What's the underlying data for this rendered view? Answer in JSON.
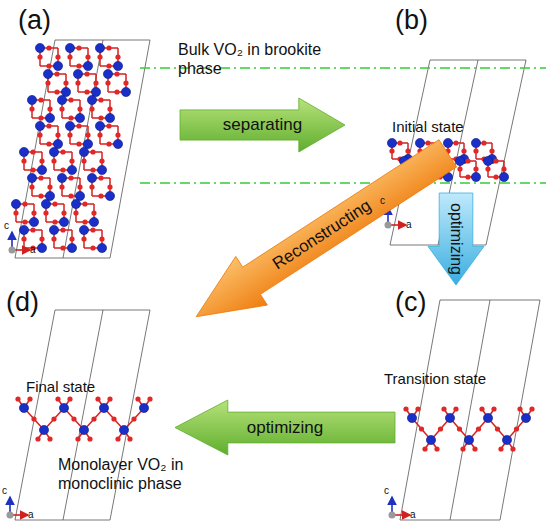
{
  "diagram": {
    "nodes": [
      {
        "text": [
          "separating"
        ]
      },
      {
        "text": [
          "optimizing"
        ]
      },
      {
        "text": [
          "Reconstructing"
        ]
      },
      {
        "text": [
          "optimizing"
        ]
      }
    ],
    "labels": [
      "(a)",
      "Bulk VO₂ in brookite phase",
      "(b)",
      "Initial state",
      "(c)",
      "Transition state",
      "(d)",
      "Final state",
      "Monolayer VO₂ in monoclinic phase",
      "c",
      "a",
      "c",
      "a",
      "c",
      "a",
      "c",
      "a"
    ]
  }
}
